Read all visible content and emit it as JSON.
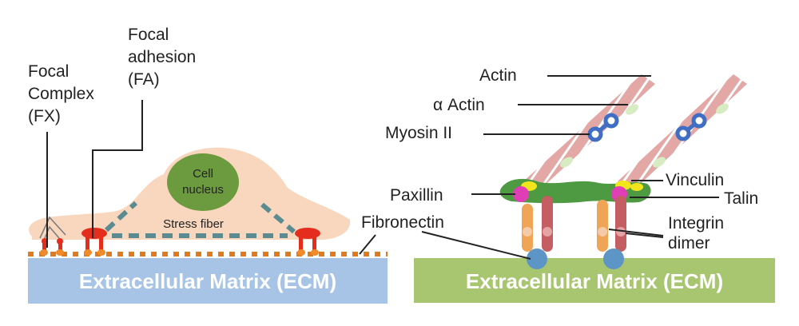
{
  "left_panel": {
    "focal_complex": [
      "Focal",
      "Complex",
      "(FX)"
    ],
    "focal_adhesion": [
      "Focal",
      "adhesion",
      "(FA)"
    ],
    "cell_nucleus": [
      "Cell",
      "nucleus"
    ],
    "stress_fiber": "Stress fiber",
    "ecm": "Extracellular Matrix (ECM)"
  },
  "right_panel": {
    "actin": "Actin",
    "alpha_actin": "α Actin",
    "myosin": "Myosin II",
    "paxillin": "Paxillin",
    "fibronectin": "Fibronectin",
    "vinculin": "Vinculin",
    "talin": "Talin",
    "integrin": [
      "Integrin",
      "dimer"
    ],
    "ecm": "Extracellular Matrix (ECM)"
  },
  "colors": {
    "ecm_left": "#a7c4e6",
    "ecm_right": "#a8c56f",
    "cell": "#f8d7be",
    "nucleus": "#6c9a3f",
    "stress_fiber": "#5b8b90",
    "adhesion": "#e52d1d",
    "actin": "#e3a7a5",
    "myosin": "#3f6ec4",
    "paxillin": "#e03eb6",
    "vinculin": "#f1e61c",
    "talin_band": "#4e9a42",
    "integrin_a": "#f0a456",
    "integrin_b": "#c45e62",
    "fibronectin": "#5d95c7",
    "matrix_dots": "#e07a1f"
  }
}
